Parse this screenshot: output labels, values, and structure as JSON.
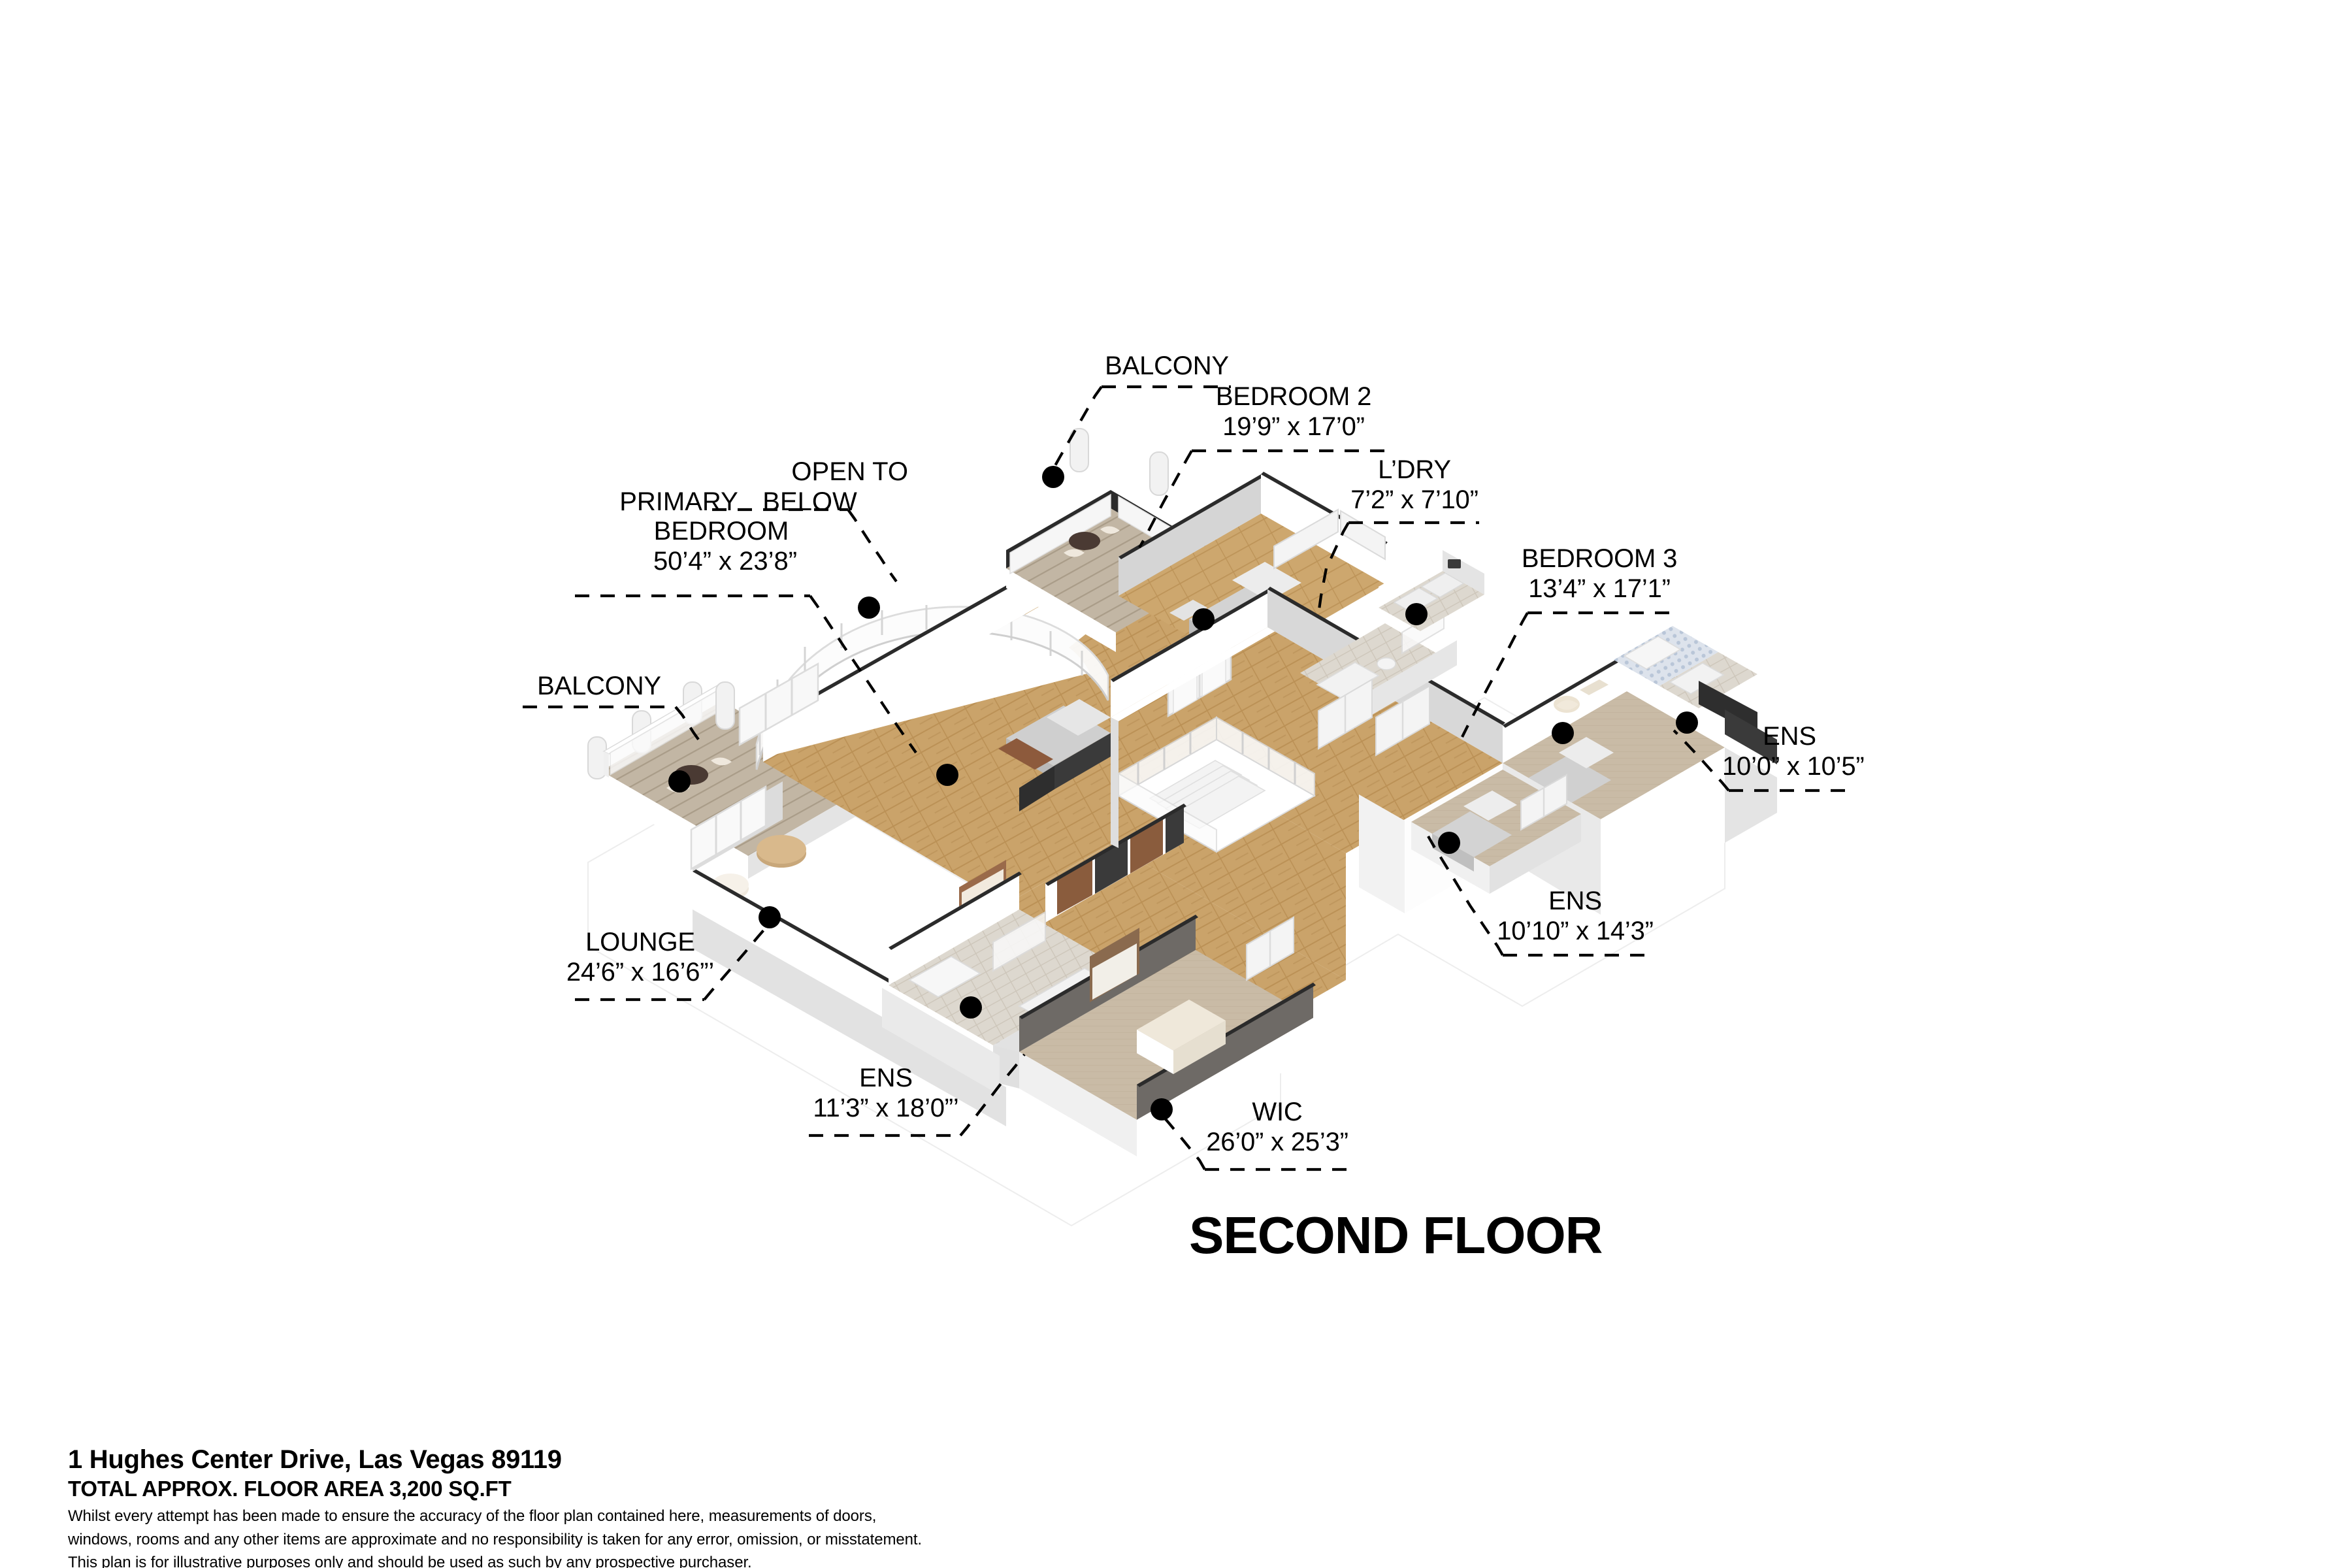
{
  "title": "1 Hughes Center Drive, Las Vegas 89119 — Second Floor Plan",
  "floor_title": "SECOND FLOOR",
  "footer": {
    "address": "1 Hughes Center Drive, Las Vegas 89119",
    "total_area": "TOTAL APPROX. FLOOR AREA 3,200 SQ.FT",
    "disclaimer_line1": "Whilst every attempt has been made to ensure the accuracy of the floor plan contained here, measurements of doors,",
    "disclaimer_line2": "windows, rooms and any other items are approximate and no responsibility is taken for any error, omission, or misstatement.",
    "disclaimer_line3": "This plan is for illustrative purposes only and should be used as such by any prospective purchaser."
  },
  "colors": {
    "wall_face": "#ffffff",
    "wall_side": "#d2d2d2",
    "wall_top_dark": "#2a2a2a",
    "floor_wood": "#c9a269",
    "floor_wood_dark": "#b98f52",
    "floor_carpet": "#c9bba6",
    "floor_tile": "#d9d2c6",
    "floor_deck": "#bfb3a2",
    "wall_grey": "#6e6a66",
    "text": "#000000"
  },
  "rooms": [
    {
      "id": "primary-bedroom",
      "label_line1": "PRIMARY",
      "label_line2": "BEDROOM",
      "dimensions": "50’4” x 23’8”",
      "note_line1": "OPEN TO",
      "note_line2": "BELOW"
    },
    {
      "id": "balcony-top",
      "label": "BALCONY",
      "dimensions": ""
    },
    {
      "id": "bedroom-2",
      "label": "BEDROOM 2",
      "dimensions": "19’9” x 17’0”"
    },
    {
      "id": "laundry",
      "label": "L’DRY",
      "dimensions": "7’2” x 7’10”"
    },
    {
      "id": "bedroom-3",
      "label": "BEDROOM 3",
      "dimensions": "13’4” x 17’1”"
    },
    {
      "id": "ens-bedroom3",
      "label": "ENS",
      "dimensions": "10’0” x 10’5”"
    },
    {
      "id": "ens-right",
      "label": "ENS",
      "dimensions": "10’10” x 14’3”"
    },
    {
      "id": "balcony-left",
      "label": "BALCONY",
      "dimensions": ""
    },
    {
      "id": "lounge",
      "label": "LOUNGE",
      "dimensions": "24’6” x 16’6”’"
    },
    {
      "id": "ens-primary",
      "label": "ENS",
      "dimensions": "11’3” x 18’0”’"
    },
    {
      "id": "wic",
      "label": "WIC",
      "dimensions": "26’0” x 25’3”"
    }
  ]
}
